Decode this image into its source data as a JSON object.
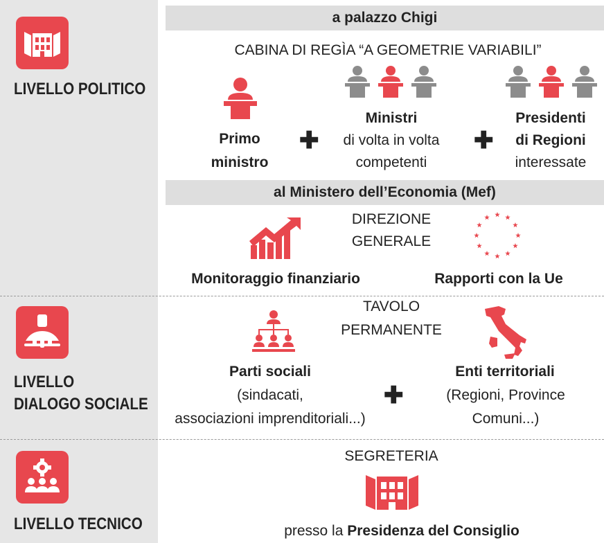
{
  "levels": {
    "political": {
      "label": "LIVELLO POLITICO",
      "icon": "palace-icon"
    },
    "social": {
      "label_line1": "LIVELLO",
      "label_line2": "DIALOGO SOCIALE",
      "icon": "handshake-icon"
    },
    "technical": {
      "label": "LIVELLO TECNICO",
      "icon": "gear-team-icon"
    }
  },
  "political": {
    "header": "a palazzo Chigi",
    "subtitle": "CABINA DI REGÌA “A GEOMETRIE VARIABILI”",
    "prime_minister": {
      "line1": "Primo",
      "line2": "ministro"
    },
    "ministers": {
      "line1": "Ministri",
      "line2": "di volta in volta",
      "line3": "competenti"
    },
    "presidents": {
      "line1": "Presidenti",
      "line2": "di Regioni",
      "line3": "interessate"
    },
    "plus": "✚"
  },
  "mef": {
    "header": "al Ministero dell’Economia (Mef)",
    "center_line1": "DIREZIONE",
    "center_line2": "GENERALE",
    "left": "Monitoraggio finanziario",
    "right": "Rapporti con la Ue"
  },
  "social": {
    "center_line1": "TAVOLO",
    "center_line2": "PERMANENTE",
    "left_title": "Parti sociali",
    "left_line2": "(sindacati,",
    "left_line3": "associazioni imprenditoriali...)",
    "right_title": "Enti territoriali",
    "right_line2": "(Regioni, Province",
    "right_line3": "Comuni...)",
    "plus": "✚"
  },
  "technical": {
    "title": "SEGRETERIA",
    "bottom_prefix": "presso la ",
    "bottom_bold": "Presidenza del Consiglio"
  },
  "colors": {
    "accent": "#e8474e",
    "gray_figure": "#8c8c8c",
    "sidebar": "#e6e6e6",
    "bar": "#dedede"
  }
}
